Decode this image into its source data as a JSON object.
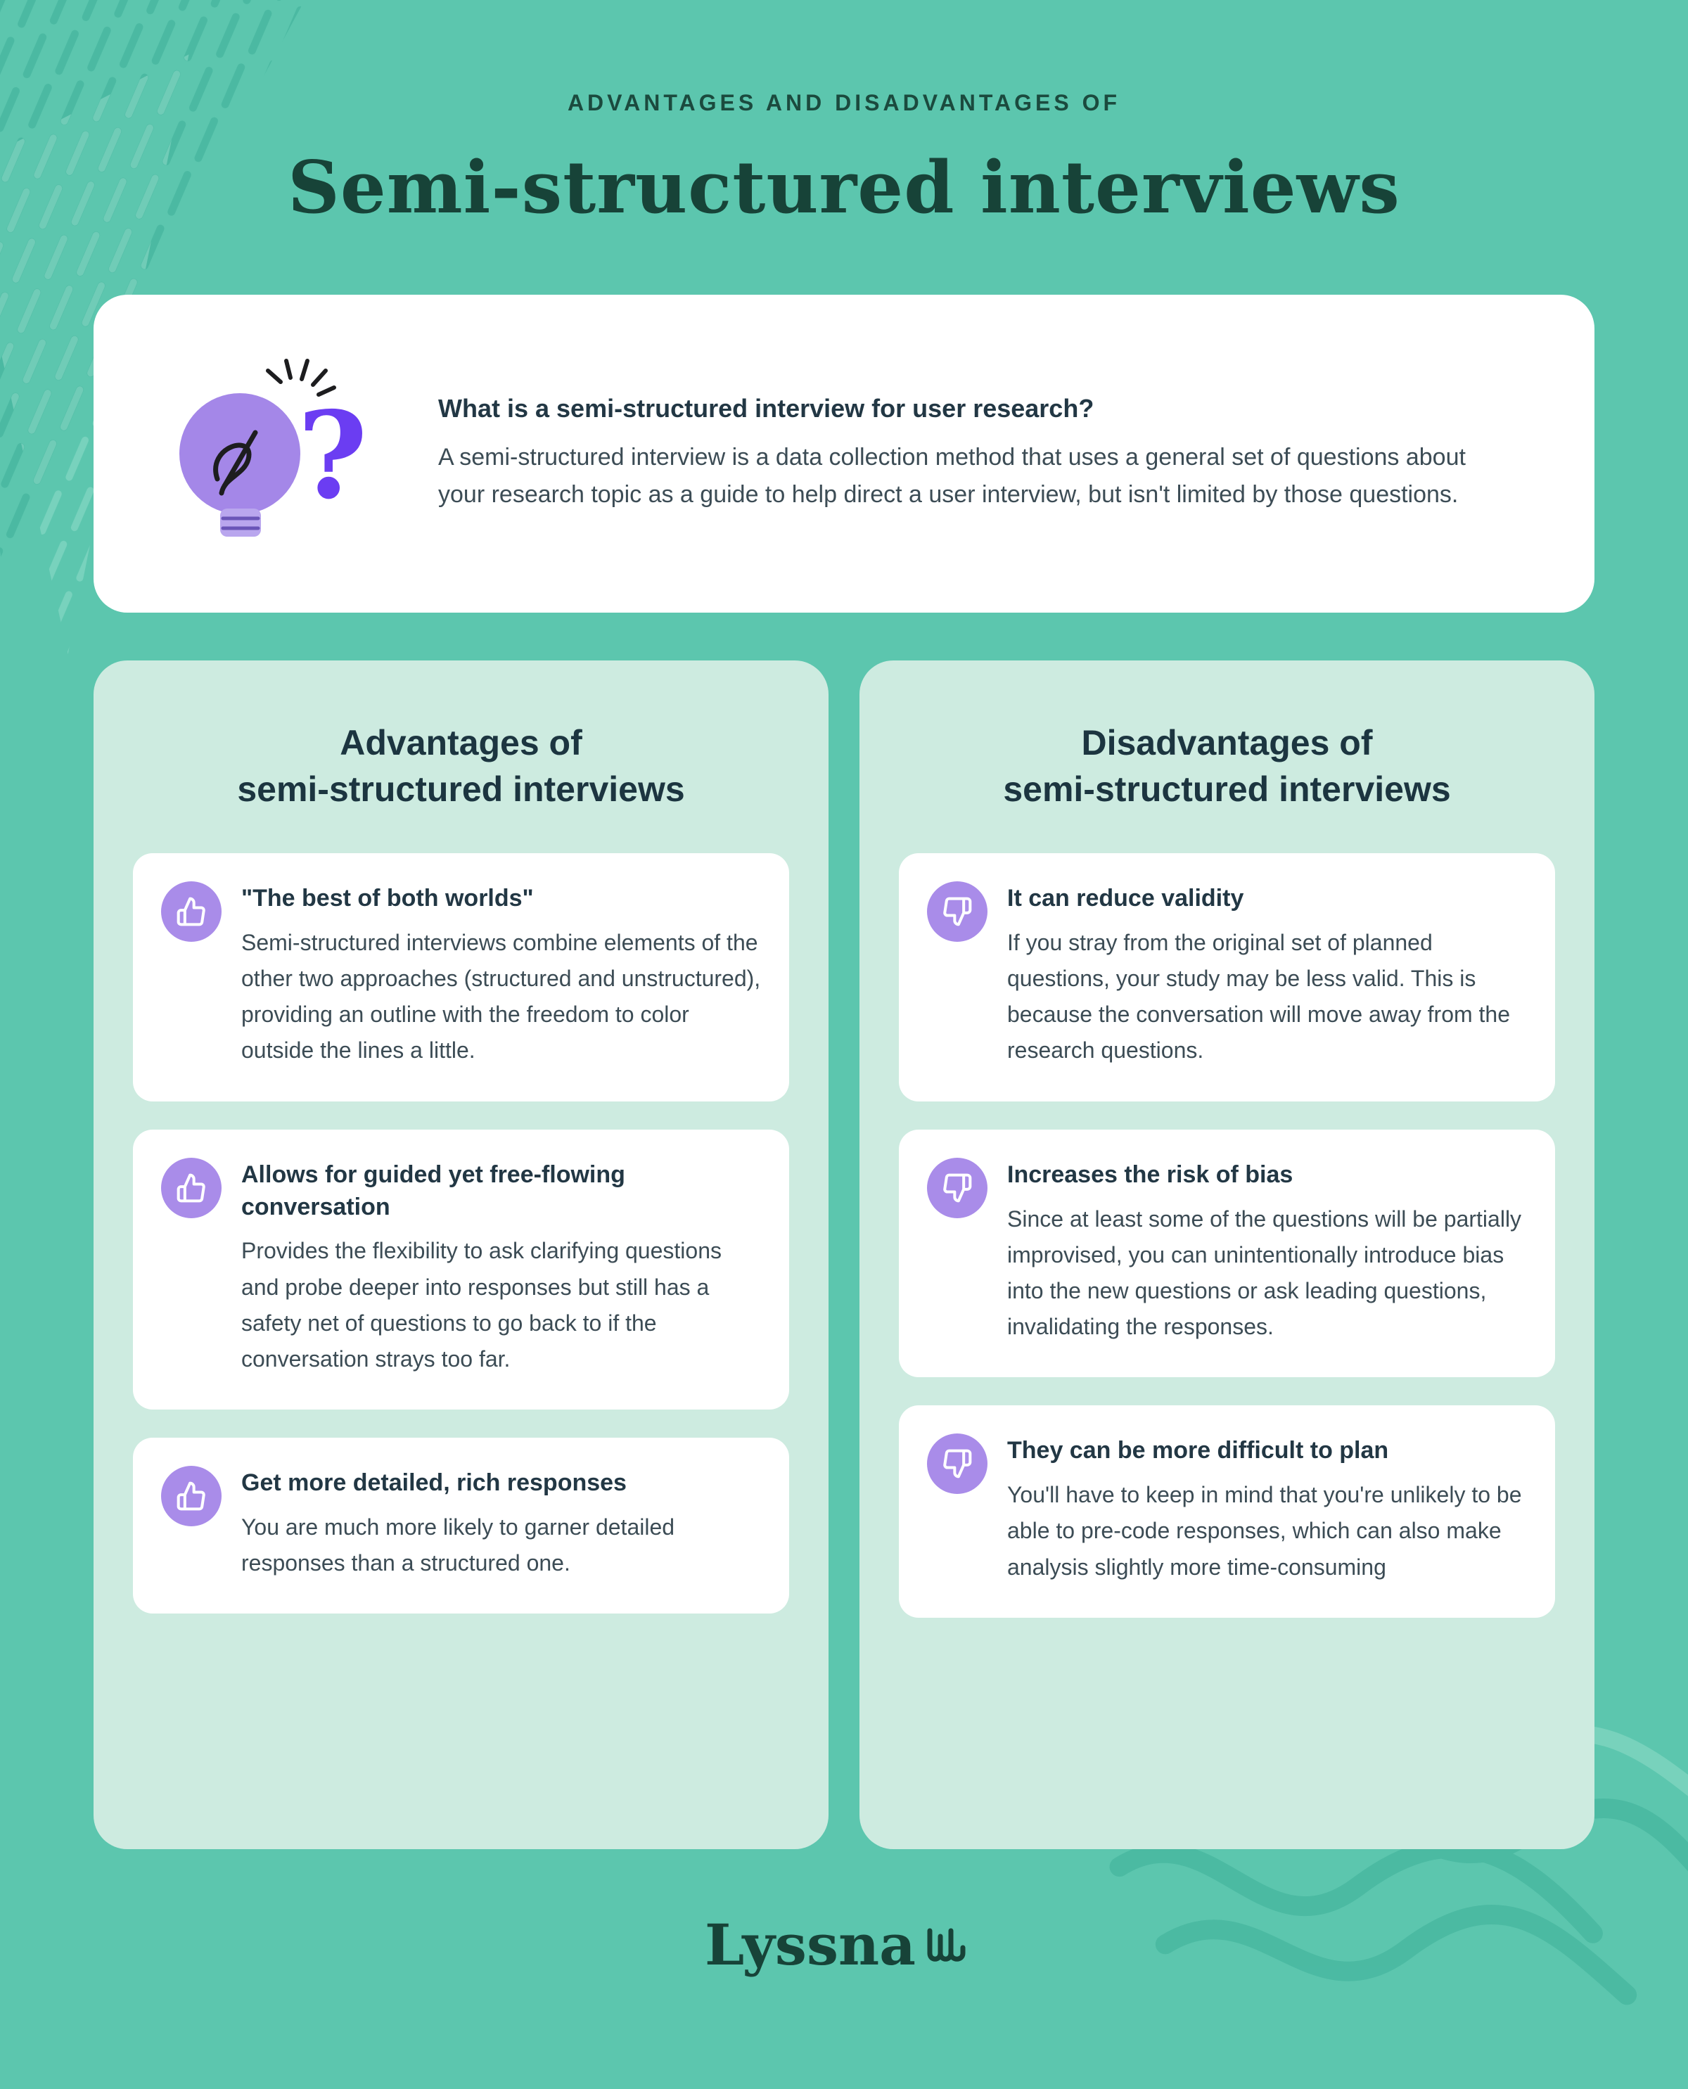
{
  "page": {
    "eyebrow": "ADVANTAGES AND DISADVANTAGES OF",
    "title": "Semi-structured interviews"
  },
  "intro": {
    "heading": "What is a semi-structured interview for user research?",
    "body": "A semi-structured interview is a data collection method that uses a general set of questions about your research topic as a guide to help direct a user interview, but isn't limited by those questions."
  },
  "advantages": {
    "heading_line1": "Advantages of",
    "heading_line2": "semi-structured interviews",
    "items": [
      {
        "title": "\"The best of both worlds\"",
        "body": "Semi-structured interviews combine elements of the other two approaches (structured and unstructured), providing an outline with the freedom to color outside the lines a little."
      },
      {
        "title": "Allows for guided yet free-flowing conversation",
        "body": "Provides the flexibility to ask clarifying questions and probe deeper into responses but still has a safety net of questions to go back to if the conversation strays too far."
      },
      {
        "title": "Get more detailed, rich responses",
        "body": "You are much more likely to garner detailed responses than a structured one."
      }
    ]
  },
  "disadvantages": {
    "heading_line1": "Disadvantages of",
    "heading_line2": "semi-structured interviews",
    "items": [
      {
        "title": "It can reduce validity",
        "body": "If you stray from the original set of planned questions, your study may be less valid. This is because the conversation will move away from the research questions."
      },
      {
        "title": "Increases the risk of bias",
        "body": "Since at least some of the questions will be partially improvised, you can unintentionally introduce bias into the new questions or ask leading questions, invalidating the responses."
      },
      {
        "title": "They can be more difficult to plan",
        "body": "You'll have to keep in mind that you're unlikely to be able to pre-code responses, which can also make analysis slightly more time-consuming"
      }
    ]
  },
  "footer": {
    "logo_text": "Lyssna"
  },
  "colors": {
    "background": "#5cc6ae",
    "panel": "#cdebe0",
    "accent_purple": "#a98ce9",
    "deep_purple": "#6b3df2",
    "heading_green": "#174338"
  }
}
